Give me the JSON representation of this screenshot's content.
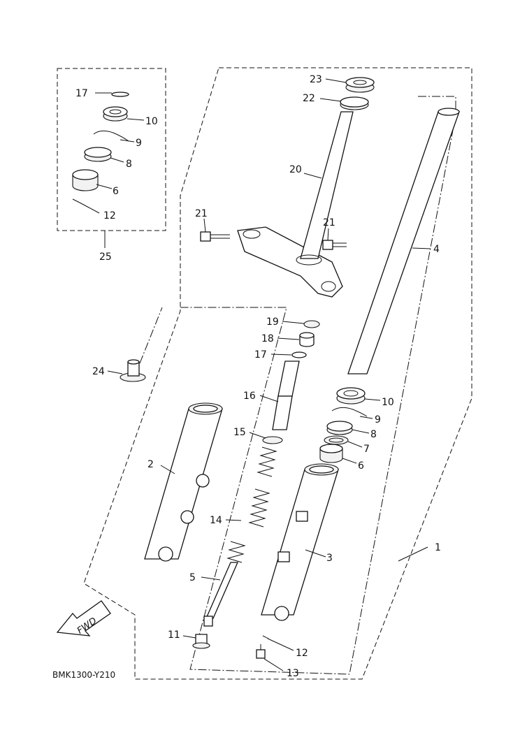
{
  "diagram_code": "BMK1300-Y210",
  "fwd_arrow_text": "FWD",
  "kit_box": {
    "kit_label": "25",
    "callouts": {
      "c17": "17",
      "c10": "10",
      "c9": "9",
      "c8": "8",
      "c6": "6",
      "c12": "12"
    }
  },
  "callouts": {
    "c23": "23",
    "c22": "22",
    "c20": "20",
    "c21a": "21",
    "c21b": "21",
    "c4": "4",
    "c19": "19",
    "c18": "18",
    "c17": "17",
    "c24": "24",
    "c16": "16",
    "c10": "10",
    "c9": "9",
    "c15": "15",
    "c8": "8",
    "c7": "7",
    "c2": "2",
    "c6": "6",
    "c14": "14",
    "c3": "3",
    "c1": "1",
    "c5": "5",
    "c11": "11",
    "c12": "12",
    "c13": "13"
  }
}
